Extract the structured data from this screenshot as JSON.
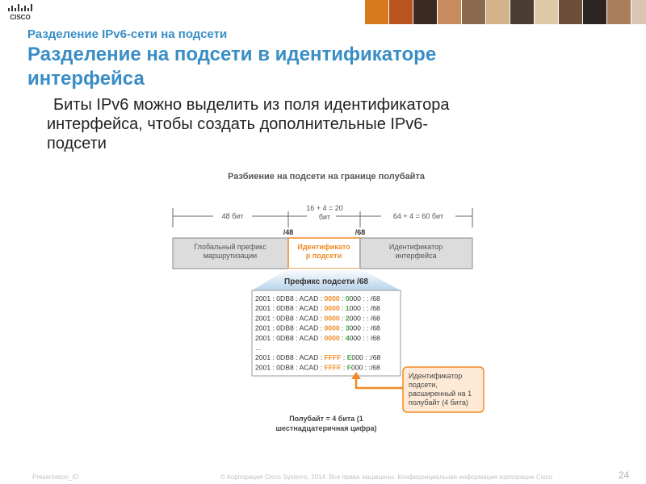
{
  "header": {
    "logo_text": "CISCO",
    "photo_colors": [
      "#d9791f",
      "#b8541e",
      "#3b2a22",
      "#c98b5e",
      "#8b6a4f",
      "#d4b28a",
      "#4a3b33",
      "#e0c9a8",
      "#6b4f3b",
      "#2d2521",
      "#a87e5b",
      "#d8c6b2"
    ]
  },
  "slide": {
    "subtitle": "Разделение IPv6-сети на подсети",
    "title": "Разделение на подсети в идентификаторе интерфейса",
    "body_line1": "Биты IPv6 можно выделить из поля идентификатора",
    "body_line2": "интерфейса, чтобы создать дополнительные IPv6-",
    "body_line3": "подсети"
  },
  "diagram": {
    "heading": "Разбиение на подсети на границе полубайта",
    "dim_48": "48 бит",
    "dim_mid_line1": "16 + 4 = 20",
    "dim_mid_line2": "бит",
    "dim_60": "64 + 4 = 60 бит",
    "mark_48": "/48",
    "mark_68": "/68",
    "box1_line1": "Глобальный префикс",
    "box1_line2": "маршрутизации",
    "box2_line1": "Идентификато",
    "box2_line2": "р подсети",
    "box3_line1": "Идентификатор",
    "box3_line2": "интерфейса",
    "prefix_label": "Префикс подсети /68",
    "rows": [
      {
        "pre": "2001 : 0DB8 : ACAD : ",
        "orange": "0000",
        "sep": " : ",
        "green": "0",
        "post": "000 : : /68"
      },
      {
        "pre": "2001 : 0DB8 : ACAD : ",
        "orange": "0000",
        "sep": " : ",
        "green": "1",
        "post": "000 : : /68"
      },
      {
        "pre": "2001 : 0DB8 : ACAD : ",
        "orange": "0000",
        "sep": " : ",
        "green": "2",
        "post": "000 : : /68"
      },
      {
        "pre": "2001 : 0DB8 : ACAD : ",
        "orange": "0000",
        "sep": " : ",
        "green": "3",
        "post": "000 : : /68"
      },
      {
        "pre": "2001 : 0DB8 : ACAD : ",
        "orange": "0000",
        "sep": " : ",
        "green": "4",
        "post": "000 : : /68"
      },
      {
        "pre": "...",
        "orange": "",
        "sep": "",
        "green": "",
        "post": ""
      },
      {
        "pre": "2001 : 0DB8 : ACAD : ",
        "orange": "FFFF",
        "sep": " : ",
        "green": "E",
        "post": "000 : :/68"
      },
      {
        "pre": "2001 : 0DB8 : ACAD : ",
        "orange": "FFFF",
        "sep": " : ",
        "green": "F",
        "post": "000 : :/68"
      }
    ],
    "callout_line1": "Идентификатор",
    "callout_line2": "подсети,",
    "callout_line3": "расширенный на 1",
    "callout_line4": "полубайт (4 бита)",
    "footnote_line1": "Полубайт = 4 бита (1",
    "footnote_line2": "шестнадцатеричная цифра)"
  },
  "footer": {
    "presentation_id": "Presentation_ID",
    "copyright": "© Корпорация Cisco Systems, 2014. Все права защищены. Конфиденциальная информация корпорации Cisco",
    "page_number": "24"
  },
  "colors": {
    "accent": "#3a8ec5",
    "orange": "#f08a24",
    "green": "#3aa63a",
    "box_gray": "#dcdcdc",
    "callout_fill": "#fde9d6"
  }
}
